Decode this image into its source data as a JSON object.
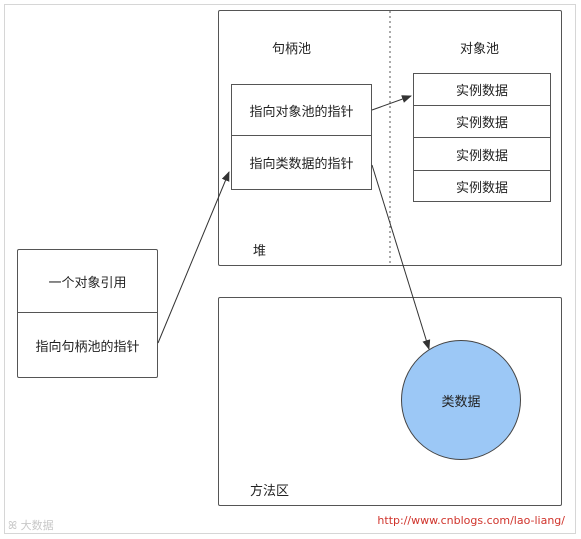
{
  "diagram": {
    "heap": {
      "label": "堆",
      "handle_pool": {
        "title": "句柄池",
        "cells": [
          "指向对象池的指针",
          "指向类数据的指针"
        ]
      },
      "object_pool": {
        "title": "对象池",
        "cells": [
          "实例数据",
          "实例数据",
          "实例数据",
          "实例数据"
        ]
      }
    },
    "method_area": {
      "label": "方法区",
      "class_data": "类数据"
    },
    "reference": {
      "cells": [
        "一个对象引用",
        "指向句柄池的指针"
      ]
    }
  },
  "footer": {
    "url": "http://www.cnblogs.com/lao-liang/",
    "watermark": "大数据"
  },
  "colors": {
    "class_data_fill": "#9cc8f6",
    "url_text": "#d0342c"
  }
}
